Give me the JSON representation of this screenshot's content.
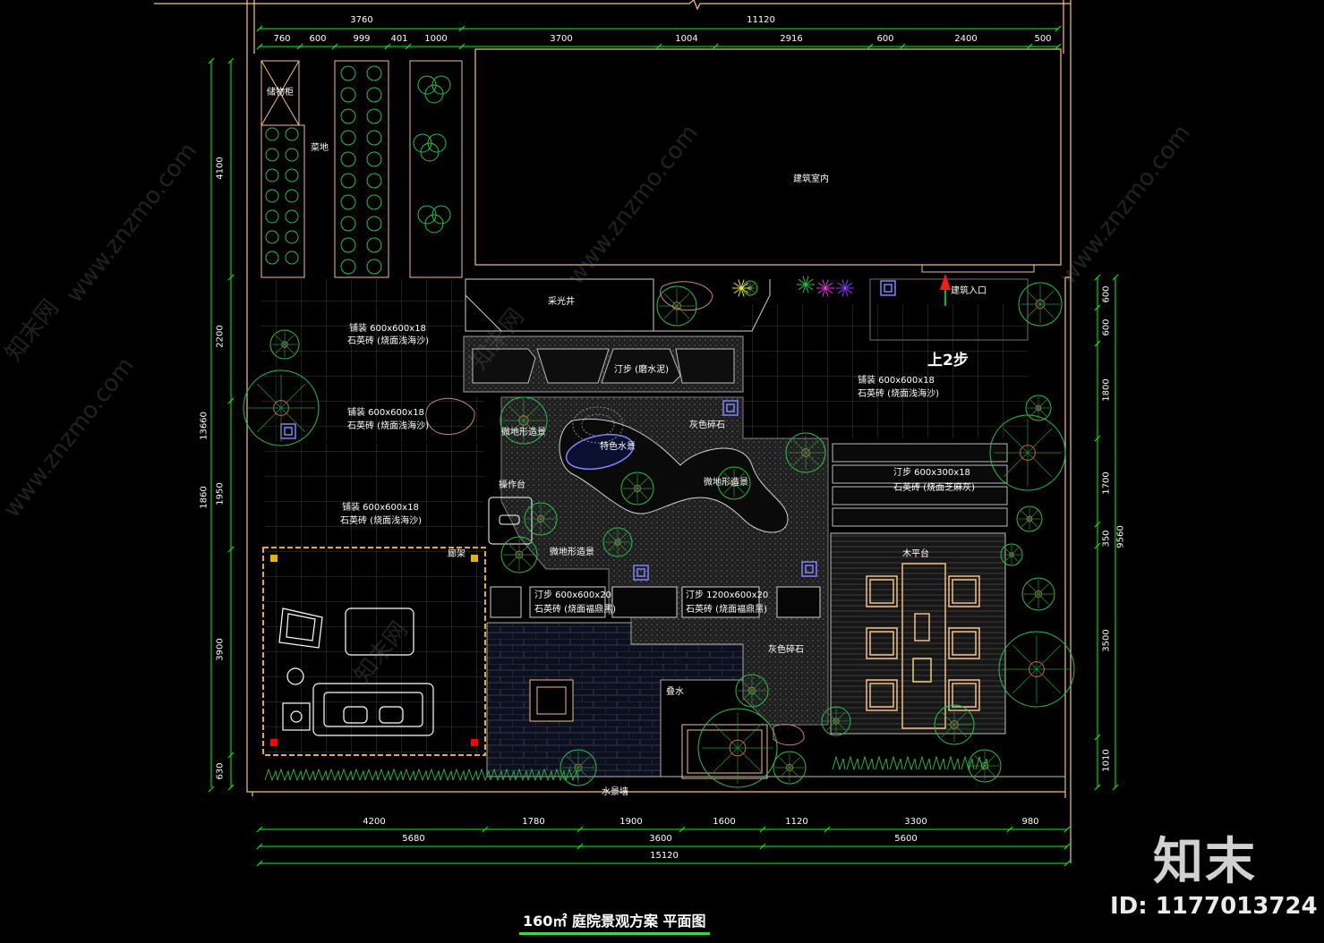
{
  "title": "160㎡  庭院景观方案 平面图",
  "watermark": {
    "logo": "知末",
    "id": "ID: 1177013724",
    "url_text": "www.znzmo.com",
    "site_text": "知末网"
  },
  "colors": {
    "background": "#000000",
    "wall": "#f4c183",
    "dim_line": "#00ff00",
    "label": "#5ff2f2",
    "plant": "#22c24a",
    "paving": "#6b6b6b"
  },
  "dimensions": {
    "top_total": [
      "3760",
      "11120"
    ],
    "top_segments": [
      "760",
      "600",
      "999",
      "401",
      "1000",
      "3700",
      "1004",
      "2916",
      "600",
      "2400",
      "500"
    ],
    "bottom_segments": [
      "4200",
      "1780",
      "1900",
      "1600",
      "1120",
      "3300",
      "980"
    ],
    "bottom_groups": [
      "5680",
      "3600",
      "5600"
    ],
    "bottom_total": "15120",
    "left_segments": [
      "4100",
      "2200",
      "1950",
      "3900",
      "630"
    ],
    "left_total": "13660",
    "left_inner": "1860",
    "right_segments": [
      "600",
      "600",
      "1800",
      "1700",
      "350",
      "3500",
      "1010"
    ],
    "right_total": "9560"
  },
  "labels": {
    "storage": "储物柜",
    "vegetable": "菜地",
    "indoor": "建筑室内",
    "skylight": "采光井",
    "entrance": "建筑入口",
    "up_steps": "上2步",
    "paving_top_left_1": "铺装  600x600x18",
    "paving_top_left_2": "石英砖 (烧面浅海沙)",
    "paving_mid_left_1": "铺装  600x600x18",
    "paving_mid_left_2": "石英砖 (烧面浅海沙)",
    "paving_right_1": "铺装  600x600x18",
    "paving_right_2": "石英砖 (烧面浅海沙)",
    "paving_lower_left_1": "铺装  600x600x18",
    "paving_lower_left_2": "石英砖 (烧面浅海沙)",
    "stepping_top": "汀步 (磨水泥)",
    "grey_gravel_1": "灰色碎石",
    "grey_gravel_2": "灰色碎石",
    "micro_terrain_1": "微地形造景",
    "micro_terrain_2": "微地形造景",
    "micro_terrain_3": "微地形造景",
    "water_feature": "特色水景",
    "operation": "操作台",
    "step_right_1": "汀步  600x300x18",
    "step_right_2": "石英砖 (烧面芝麻灰)",
    "deck": "木平台",
    "pergola": "廊架",
    "step_a_1": "汀步  600x600x20",
    "step_a_2": "石英砖 (烧面福鼎黑)",
    "step_b_1": "汀步  1200x600x20",
    "step_b_2": "石英砖 (烧面福鼎黑)",
    "pool": "叠水",
    "water_wall": "水景墙"
  }
}
